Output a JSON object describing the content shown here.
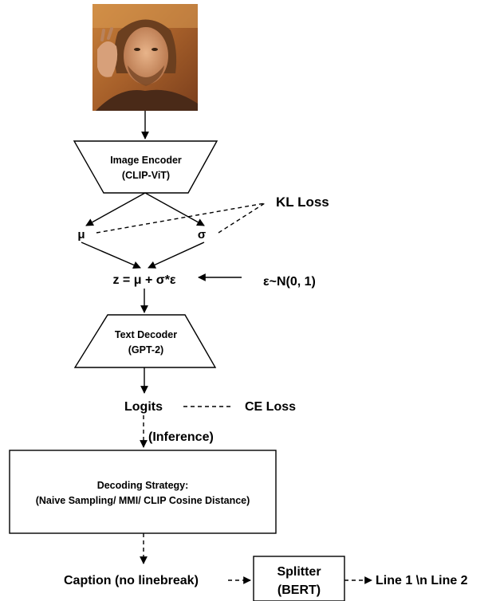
{
  "photo": {
    "subject": "portrait-photo"
  },
  "encoder": {
    "line1": "Image Encoder",
    "line2": "(CLIP-ViT)"
  },
  "latent": {
    "mu": "μ",
    "sigma": "σ",
    "kl_loss": "KL Loss"
  },
  "reparam": {
    "equation": "z = μ + σ*ε",
    "noise": "ε~N(0, 1)"
  },
  "decoder": {
    "line1": "Text Decoder",
    "line2": "(GPT-2)"
  },
  "output": {
    "logits": "Logits",
    "ce_loss": "CE Loss",
    "inference": "(Inference)"
  },
  "decoding": {
    "line1": "Decoding Strategy:",
    "line2": "(Naive Sampling/ MMI/ CLIP Cosine Distance)"
  },
  "post": {
    "caption": "Caption (no linebreak)",
    "splitter_line1": "Splitter",
    "splitter_line2": "(BERT)",
    "result": "Line 1 \\n Line 2"
  }
}
